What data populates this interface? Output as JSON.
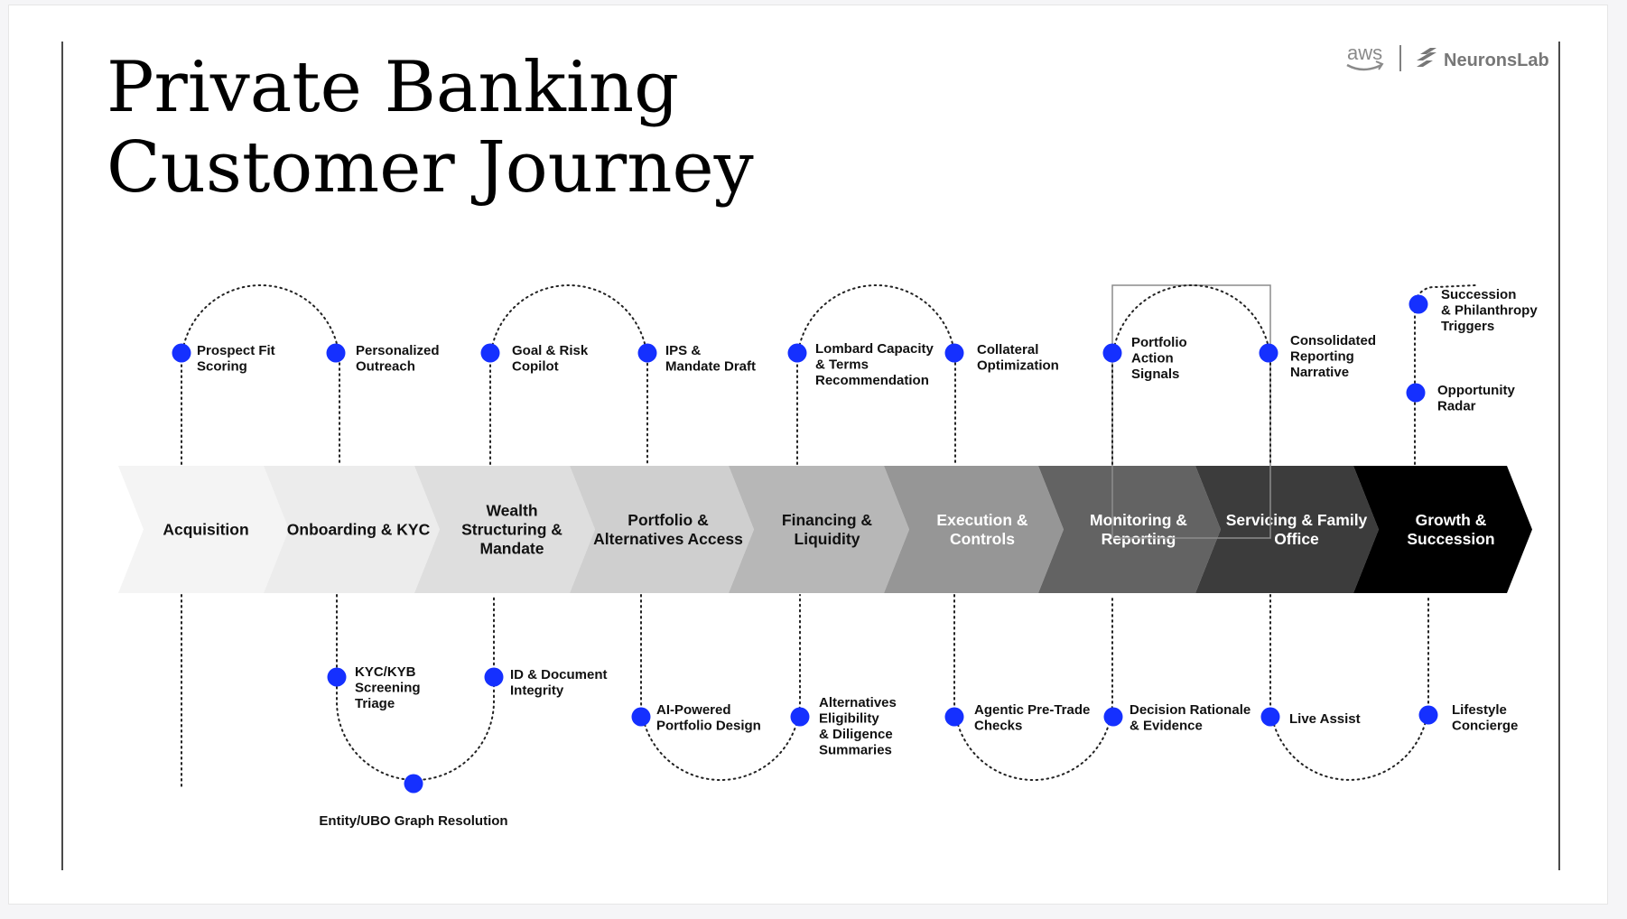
{
  "title": [
    "Private Banking",
    "Customer Journey"
  ],
  "logos": {
    "aws": "aws",
    "neurons": "NeuronsLab"
  },
  "colors": {
    "dot": "#1530ff",
    "text": "#111111",
    "rule": "#4a4a4a"
  },
  "stages": [
    {
      "label": [
        "Acquisition"
      ],
      "fill": "#f4f4f4",
      "text": "#111111"
    },
    {
      "label": [
        "Onboarding & KYC"
      ],
      "fill": "#ececec",
      "text": "#111111"
    },
    {
      "label": [
        "Wealth",
        "Structuring &",
        "Mandate"
      ],
      "fill": "#dedede",
      "text": "#111111"
    },
    {
      "label": [
        "Portfolio &",
        "Alternatives Access"
      ],
      "fill": "#cfcfcf",
      "text": "#111111"
    },
    {
      "label": [
        "Financing &",
        "Liquidity"
      ],
      "fill": "#b7b7b7",
      "text": "#111111"
    },
    {
      "label": [
        "Execution &",
        "Controls"
      ],
      "fill": "#969696",
      "text": "#ffffff"
    },
    {
      "label": [
        "Monitoring &",
        "Reporting"
      ],
      "fill": "#636363",
      "text": "#ffffff"
    },
    {
      "label": [
        "Servicing & Family",
        "Office"
      ],
      "fill": "#3c3c3c",
      "text": "#ffffff"
    },
    {
      "label": [
        "Growth &",
        "Succession"
      ],
      "fill": "#000000",
      "text": "#ffffff"
    }
  ],
  "top_nodes": [
    {
      "label": [
        "Prospect Fit",
        "Scoring"
      ]
    },
    {
      "label": [
        "Personalized",
        "Outreach"
      ]
    },
    {
      "label": [
        "Goal & Risk",
        "Copilot"
      ]
    },
    {
      "label": [
        "IPS &",
        "Mandate Draft"
      ]
    },
    {
      "label": [
        "Lombard Capacity",
        "& Terms",
        "Recommendation"
      ]
    },
    {
      "label": [
        "Collateral",
        "Optimization"
      ]
    },
    {
      "label": [
        "Portfolio",
        "Action",
        "Signals"
      ]
    },
    {
      "label": [
        "Consolidated",
        "Reporting",
        "Narrative"
      ]
    },
    {
      "label": [
        "Succession",
        "& Philanthropy",
        "Triggers"
      ]
    },
    {
      "label": [
        "Opportunity",
        "Radar"
      ]
    }
  ],
  "bottom_nodes": [
    {
      "label": [
        "KYC/KYB",
        "Screening",
        "Triage"
      ]
    },
    {
      "label": [
        "ID & Document",
        "Integrity"
      ]
    },
    {
      "label": [
        "Entity/UBO Graph Resolution"
      ]
    },
    {
      "label": [
        "AI-Powered",
        "Portfolio Design"
      ]
    },
    {
      "label": [
        "Alternatives",
        "Eligibility",
        "& Diligence",
        "Summaries"
      ]
    },
    {
      "label": [
        "Agentic Pre-Trade",
        "Checks"
      ]
    },
    {
      "label": [
        "Decision Rationale",
        "& Evidence"
      ]
    },
    {
      "label": [
        "Live Assist"
      ]
    },
    {
      "label": [
        "Lifestyle",
        "Concierge"
      ]
    }
  ]
}
